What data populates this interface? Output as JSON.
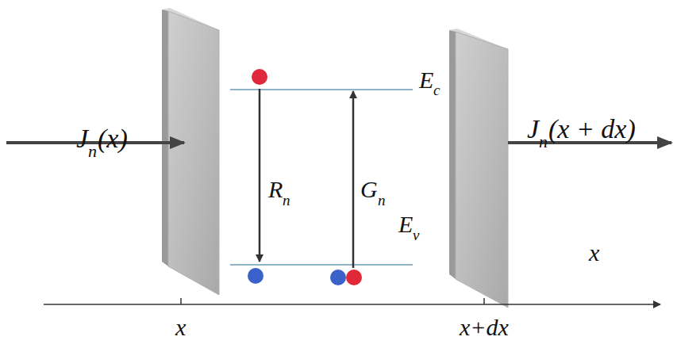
{
  "diagram": {
    "labels": [
      "J",
      "n",
      "(x)",
      "E",
      "c",
      "R",
      "n",
      "G",
      "n",
      "E",
      "v",
      "J",
      "n",
      "(x + dx)",
      "x",
      "x",
      "x+dx"
    ]
  }
}
